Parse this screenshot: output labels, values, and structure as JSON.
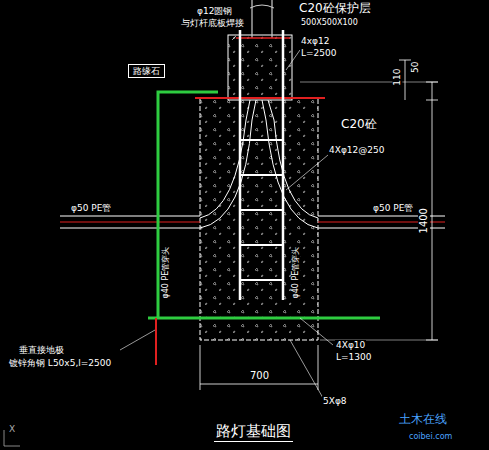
{
  "diagram": {
    "title": "路灯基础图",
    "nodes": [
      {
        "text": [
          "路缘石"
        ]
      }
    ],
    "labels": [
      "φ12圆钢",
      "与灯杆底板焊接",
      "C20砼保护层",
      "500X500X100",
      "4xφ12",
      "L=2500",
      "110",
      "50",
      "C20砼",
      "4Xφ12@250",
      "φ50 PE管",
      "φ50 PE管",
      "φ40 PE管穿头",
      "φ40 PE管穿头",
      "1400",
      "垂直接地极",
      "镀锌角钢 L50x5,l=2500",
      "4Xφ10",
      "L=1300",
      "700",
      "5Xφ8",
      "土木在线",
      "coibei.com",
      "X"
    ]
  }
}
